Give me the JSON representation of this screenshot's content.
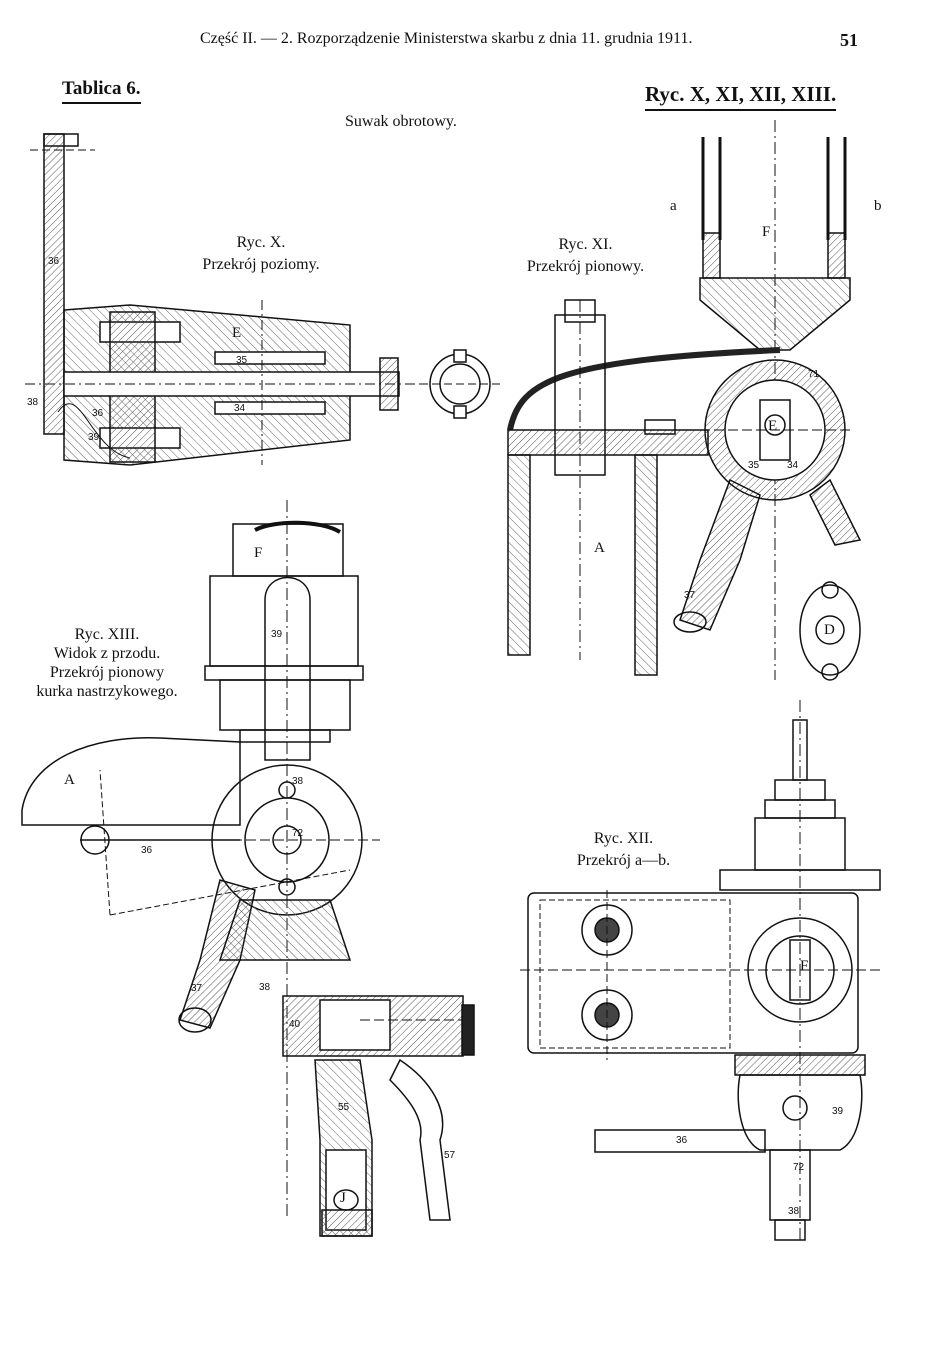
{
  "header": {
    "running_title": "Część II. — 2. Rozporządzenie Ministerstwa skarbu z dnia 11. grudnia 1911.",
    "page_number": "51",
    "plate_label": "Tablica 6.",
    "figures_label": "Ryc. X, XI, XII, XIII.",
    "subject": "Suwak obrotowy."
  },
  "figures": {
    "fig10": {
      "title": "Ryc. X.",
      "subtitle": "Przekrój poziomy."
    },
    "fig11": {
      "title": "Ryc. XI.",
      "subtitle": "Przekrój pionowy."
    },
    "fig12": {
      "title": "Ryc. XII.",
      "subtitle": "Przekrój a—b."
    },
    "fig13": {
      "title": "Ryc. XIII.",
      "line1": "Widok z przodu.",
      "line2": "Przekrój pionowy",
      "line3": "kurka nastrzykowego."
    }
  },
  "labels": {
    "fig10": {
      "n36": "36",
      "n38": "38",
      "nb": "36",
      "n39": "39",
      "n35": "35",
      "n34": "34",
      "E": "E"
    },
    "fig11": {
      "a": "a",
      "b": "b",
      "F": "F",
      "E": "E",
      "A": "A",
      "n71": "71",
      "n35": "35",
      "n34": "34",
      "n37": "37",
      "D": "D"
    },
    "fig12": {
      "F": "F",
      "n36": "36",
      "n39": "39",
      "n72": "72",
      "n38": "38"
    },
    "fig13": {
      "F": "F",
      "A": "A",
      "n39": "39",
      "n38": "38",
      "n36": "36",
      "n72": "72",
      "n37": "37",
      "n38b": "38",
      "n40": "40",
      "n55": "55",
      "n57": "57",
      "J": "J"
    }
  },
  "colors": {
    "ink": "#111111",
    "paper": "#ffffff",
    "hatch": "#555555"
  }
}
